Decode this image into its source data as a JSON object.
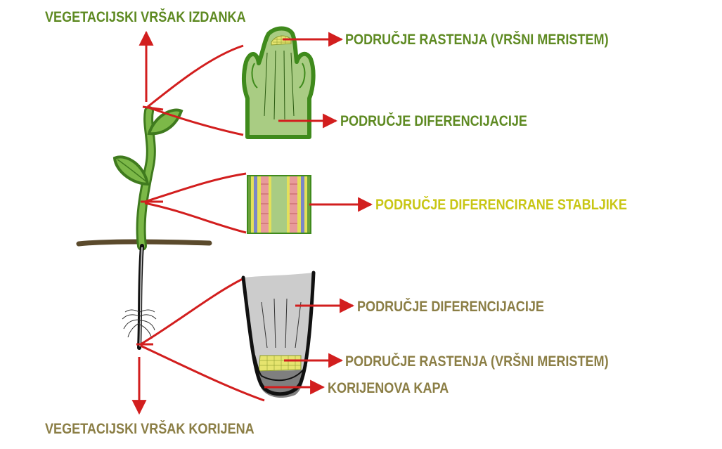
{
  "labels": {
    "shoot_apex": "VEGETACIJSKI VRŠAK IZDANKA",
    "root_apex": "VEGETACIJSKI VRŠAK KORIJENA",
    "shoot_growth_zone": "PODRUČJE RASTENJA (VRŠNI MERISTEM)",
    "shoot_differentiation_zone": "PODRUČJE DIFERENCIJACIJE",
    "differentiated_stem_zone": "PODRUČJE DIFERENCIRANE STABLJIKE",
    "root_differentiation_zone": "PODRUČJE DIFERENCIJACIJE",
    "root_growth_zone": "PODRUČJE RASTENJA (VRŠNI MERISTEM)",
    "root_cap": "KORIJENOVA KAPA"
  },
  "colors": {
    "label_green": "#5e8a22",
    "label_olive": "#8b7e45",
    "label_yellow": "#c8c614",
    "pointer_red": "#d21e1e",
    "stem_green": "#6aa23a",
    "stem_dark": "#3f7a1e",
    "tissue_light_green": "#a9cc83",
    "soil_brown": "#5b4a2c",
    "root_gray": "#cccccc",
    "meristem_yellow": "#e6e46e"
  },
  "icons": [
    "plant-seedling-icon",
    "shoot-apex-section-icon",
    "stem-section-icon",
    "root-apex-section-icon"
  ]
}
